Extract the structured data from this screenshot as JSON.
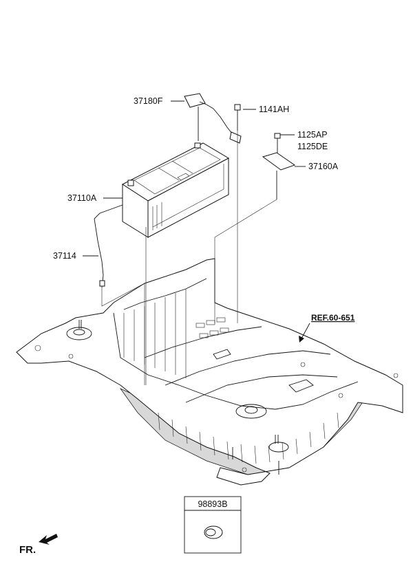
{
  "parts": {
    "p_37180F": "37180F",
    "p_1141AH": "1141AH",
    "p_1125AP": "1125AP",
    "p_1125DE": "1125DE",
    "p_37160A": "37160A",
    "p_37110A": "37110A",
    "p_37114": "37114",
    "p_ref": "REF.60-651",
    "p_98893B": "98893B"
  },
  "direction": {
    "label": "FR.",
    "icon": "forward-arrow-icon"
  }
}
